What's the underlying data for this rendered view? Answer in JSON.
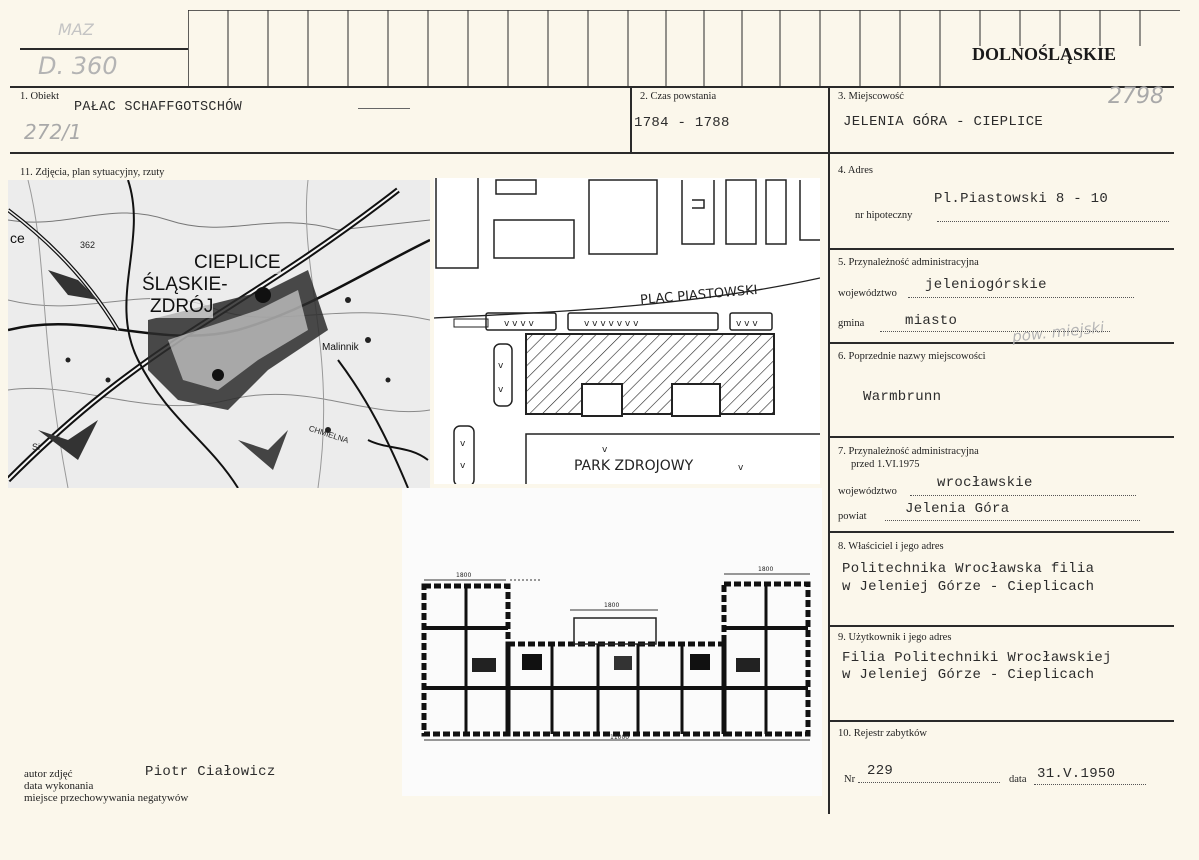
{
  "header": {
    "region": "DOLNOŚLĄSKIE",
    "corner_note_top": "MAZ",
    "corner_code": "D. 360",
    "inventory_no": "272/1",
    "number_right": "2798"
  },
  "fields": {
    "f1_label": "1. Obiekt",
    "f1_value": "PAŁAC SCHAFFGOTSCHÓW",
    "f2_label": "2. Czas powstania",
    "f2_value": "1784 - 1788",
    "f3_label": "3. Miejscowość",
    "f3_value": "JELENIA GÓRA - CIEPLICE",
    "f4_label": "4. Adres",
    "f4_value": "Pl.Piastowski 8 - 10",
    "f4_sub": "nr hipoteczny",
    "f5_label": "5. Przynależność administracyjna",
    "f5_woj_label": "województwo",
    "f5_woj_value": "jeleniogórskie",
    "f5_gmina_label": "gmina",
    "f5_gmina_value": "miasto",
    "f5_hand_note": "pow. miejski",
    "f6_label": "6. Poprzednie nazwy miejscowości",
    "f6_value": "Warmbrunn",
    "f7_label": "7. Przynależność administracyjna",
    "f7_label2": "przed 1.VI.1975",
    "f7_woj_label": "województwo",
    "f7_woj_value": "wrocławskie",
    "f7_powiat_label": "powiat",
    "f7_powiat_value": "Jelenia Góra",
    "f8_label": "8. Właściciel i jego adres",
    "f8_line1": "Politechnika Wrocławska filia",
    "f8_line2": "w Jeleniej Górze - Cieplicach",
    "f9_label": "9. Użytkownik i jego adres",
    "f9_line1": "Filia Politechniki Wrocławskiej",
    "f9_line2": "w Jeleniej Górze - Cieplicach",
    "f10_label": "10. Rejestr zabytków",
    "f10_nr_label": "Nr",
    "f10_nr_value": "229",
    "f10_data_label": "data",
    "f10_data_value": "31.V.1950",
    "f11_label": "11. Zdjęcia, plan sytuacyjny, rzuty"
  },
  "bottom": {
    "autor_label": "autor zdjęć",
    "autor_value": "Piotr Ciałowicz",
    "data_label": "data wykonania",
    "miejsce_label": "miejsce przechowywania negatywów"
  },
  "map": {
    "town1": "CIEPLICE",
    "town2": "ŚLĄSKIE-",
    "town3": "ZDRÓJ",
    "place": "Malinnik",
    "elev": "362",
    "edge": "ce",
    "stream": "CHMIELNA",
    "small": "Si"
  },
  "site_plan": {
    "square": "PLAC PIASTOWSKI",
    "park": "PARK ZDROJOWY"
  },
  "floor_plan": {
    "dim_left": "1800",
    "dim_center": "1800",
    "dim_right": "1800",
    "dim_bottom": "11000"
  }
}
